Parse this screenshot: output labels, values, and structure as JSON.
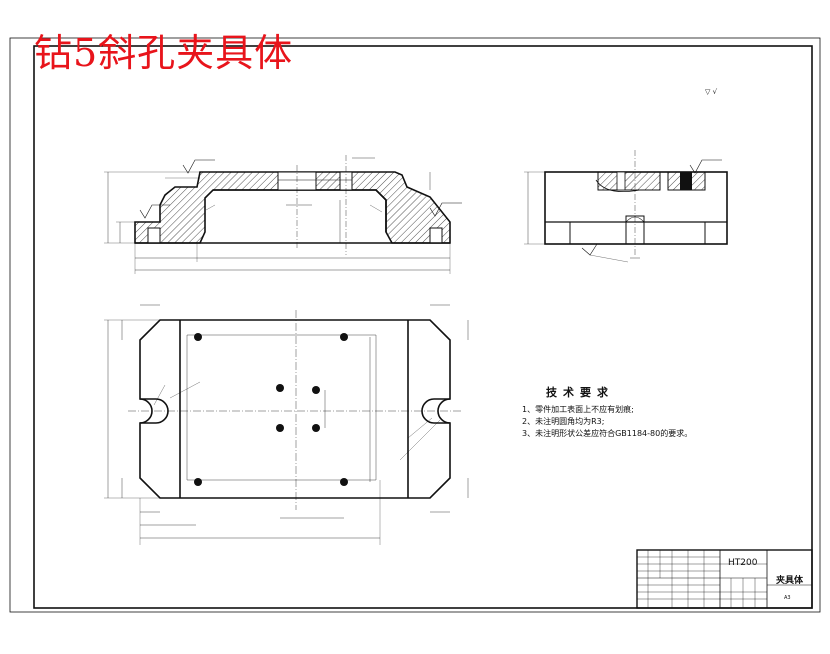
{
  "title": "钻5斜孔夹具体",
  "tech_requirements": {
    "heading": "技术要求",
    "items": [
      "1、零件加工表面上不应有划痕;",
      "2、未注明圆角均为R3;",
      "3、未注明形状公差应符合GB1184-80的要求。"
    ]
  },
  "title_block": {
    "material": "HT200",
    "part_name": "夹具体",
    "sheet_size": "A3"
  },
  "colors": {
    "title_red": "#e8141b",
    "line": "#111111",
    "hatch": "#222222",
    "background": "#ffffff"
  }
}
